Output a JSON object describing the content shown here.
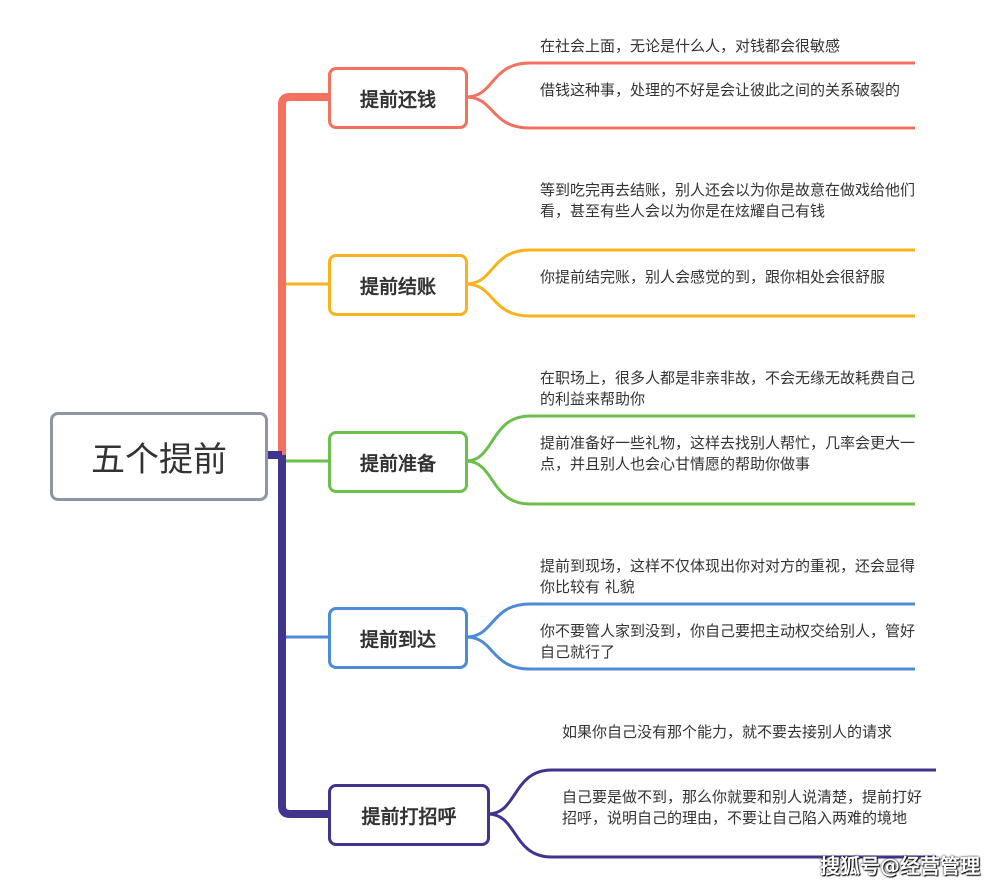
{
  "root": {
    "label": "五个提前"
  },
  "colors": {
    "red": "#f4705f",
    "yellow": "#f9b21b",
    "green": "#6cbf4b",
    "blue": "#4d8ad8",
    "purple": "#41348f",
    "root_border": "#8c96a6"
  },
  "branches": [
    {
      "label": "提前还钱",
      "leaves": [
        "在社会上面，无论是什么人，对钱都会很敏感",
        "借钱这种事，处理的不好是会让彼此之间的关系破裂的"
      ]
    },
    {
      "label": "提前结账",
      "leaves": [
        "等到吃完再去结账，别人还会以为你是故意在做戏给他们看，甚至有些人会以为你是在炫耀自己有钱",
        "你提前结完账，别人会感觉的到，跟你相处会很舒服"
      ]
    },
    {
      "label": "提前准备",
      "leaves": [
        "在职场上，很多人都是非亲非故，不会无缘无故耗费自己的利益来帮助你",
        "提前准备好一些礼物，这样去找别人帮忙，几率会更大一点，并且别人也会心甘情愿的帮助你做事"
      ]
    },
    {
      "label": "提前到达",
      "leaves": [
        "提前到现场，这样不仅体现出你对对方的重视，还会显得你比较有 礼貌",
        "你不要管人家到没到，你自己要把主动权交给别人，管好自己就行了"
      ]
    },
    {
      "label": "提前打招呼",
      "leaves": [
        "如果你自己没有那个能力，就不要去接别人的请求",
        "自己要是做不到，那么你就要和别人说清楚，提前打好招呼，说明自己的理由，不要让自己陷入两难的境地"
      ]
    }
  ],
  "watermark": "搜狐号@经营管理"
}
